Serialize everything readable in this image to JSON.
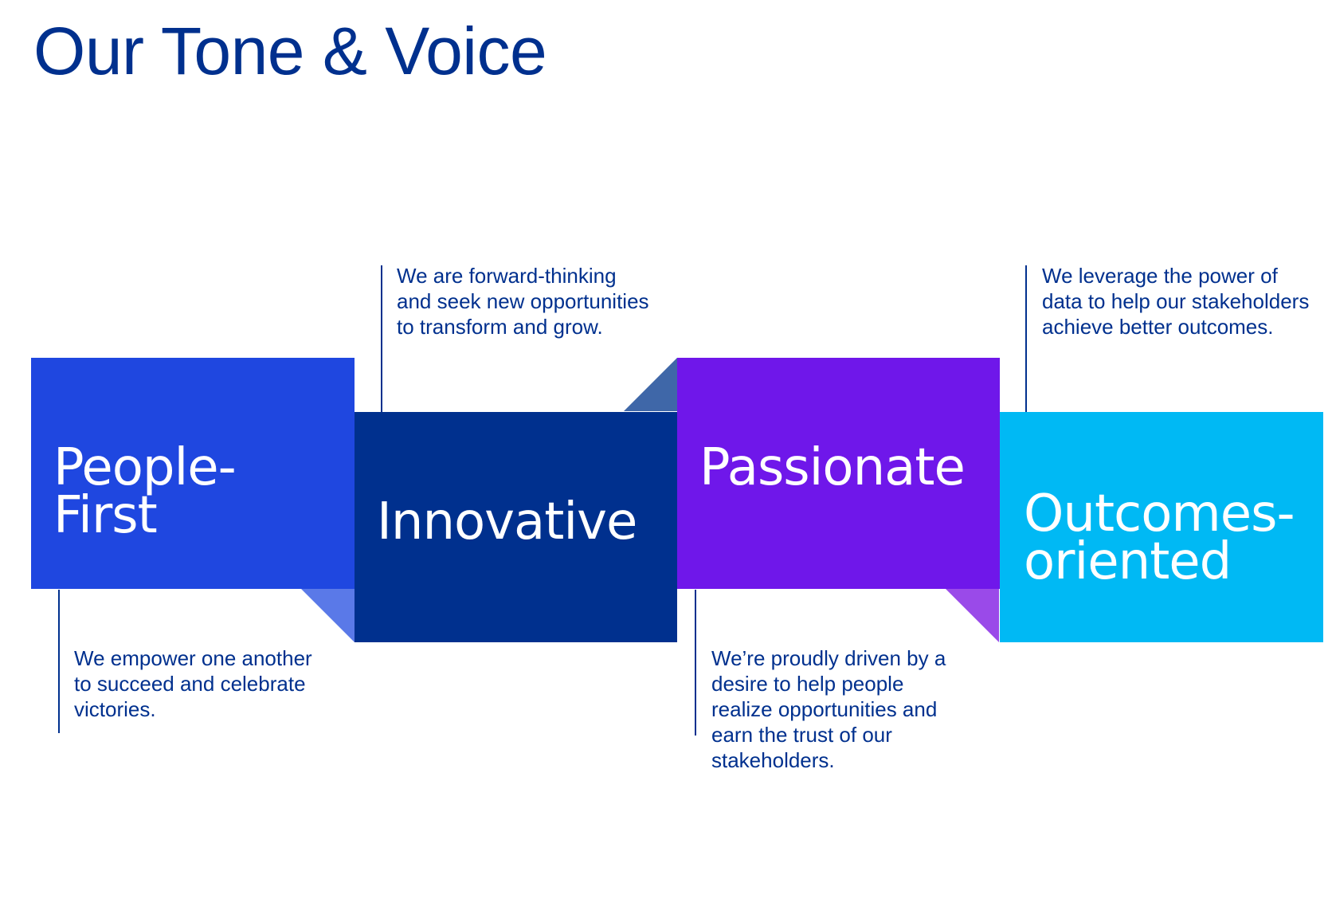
{
  "title": "Our Tone & Voice",
  "colors": {
    "title": "#00308e",
    "people_first": "#1f47e0",
    "innovative": "#00308e",
    "passionate": "#6f17ea",
    "outcomes": "#00b9f4"
  },
  "pillars": [
    {
      "label": "People-\nFirst",
      "description": "We empower one another\nto succeed and celebrate\nvictories."
    },
    {
      "label": "Innovative",
      "description": "We are forward-thinking\nand seek new opportunities\nto transform and grow."
    },
    {
      "label": "Passionate",
      "description": "We’re proudly driven by a\ndesire to help people\nrealize opportunities and\nearn the trust of our\nstakeholders."
    },
    {
      "label": "Outcomes-\noriented",
      "description": "We leverage the power of\ndata to help our stakeholders\nachieve better outcomes."
    }
  ]
}
